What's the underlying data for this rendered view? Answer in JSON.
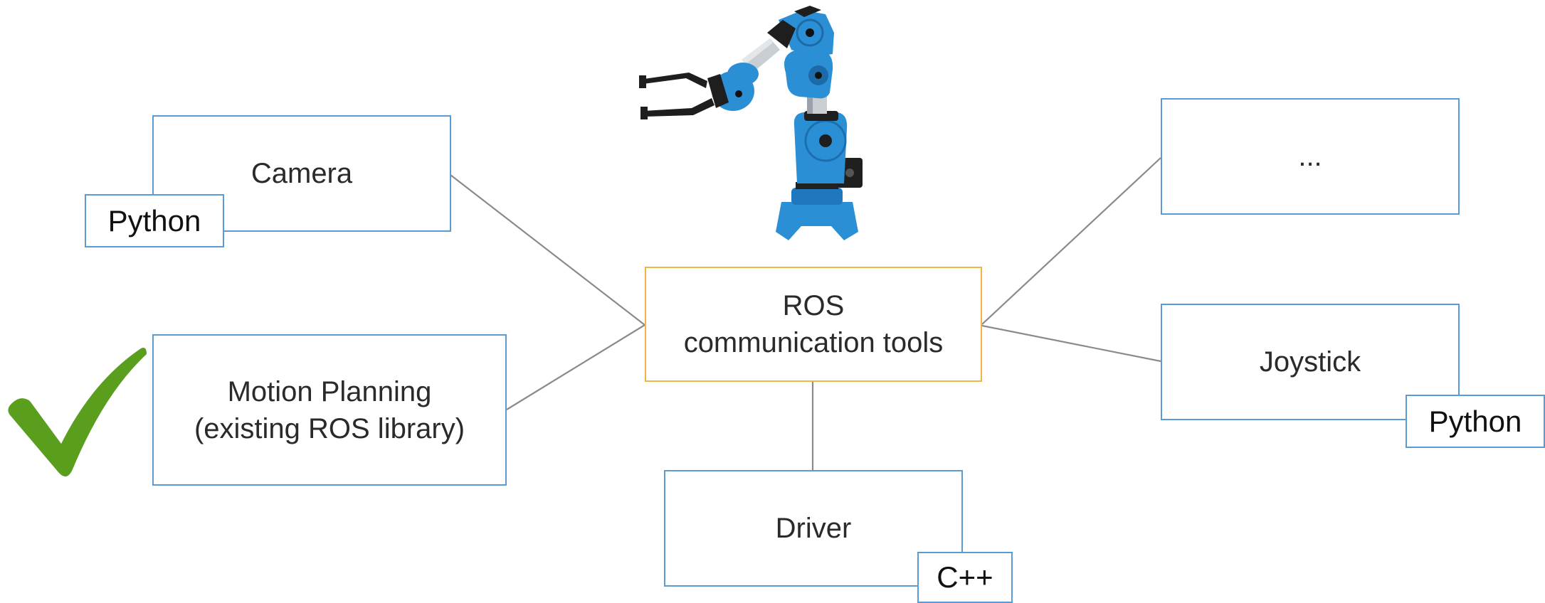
{
  "colors": {
    "node_border": "#5b9bd5",
    "center_border": "#f2b544",
    "connector": "#8a8a8a",
    "check": "#5a9e1e",
    "robot_blue": "#2b8fd6",
    "robot_dark": "#2a2a2a"
  },
  "nodes": {
    "center": {
      "line1": "ROS",
      "line2": "communication tools"
    },
    "camera": {
      "label": "Camera",
      "tag": "Python"
    },
    "motion": {
      "line1": "Motion Planning",
      "line2": "(existing ROS library)",
      "status_icon": "check-mark-icon"
    },
    "driver": {
      "label": "Driver",
      "tag": "C++"
    },
    "other": {
      "label": "..."
    },
    "joystick": {
      "label": "Joystick",
      "tag": "Python"
    }
  },
  "images": {
    "robot": "robot-arm-illustration"
  }
}
